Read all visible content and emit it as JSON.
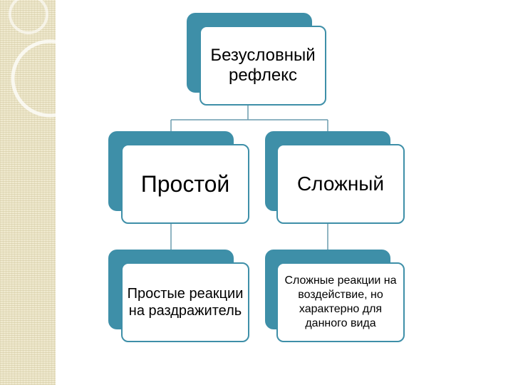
{
  "nodes": {
    "root": "Безусловный рефлекс",
    "simple": "Простой",
    "complex": "Сложный",
    "simple_desc": "Простые реакции на раздражитель",
    "complex_desc": "Сложные реакции на воздействие, но характерно для данного вида"
  },
  "colors": {
    "accent": "#3e8fa8",
    "connector": "#6a9cad",
    "stripe": "#efe9cf"
  }
}
